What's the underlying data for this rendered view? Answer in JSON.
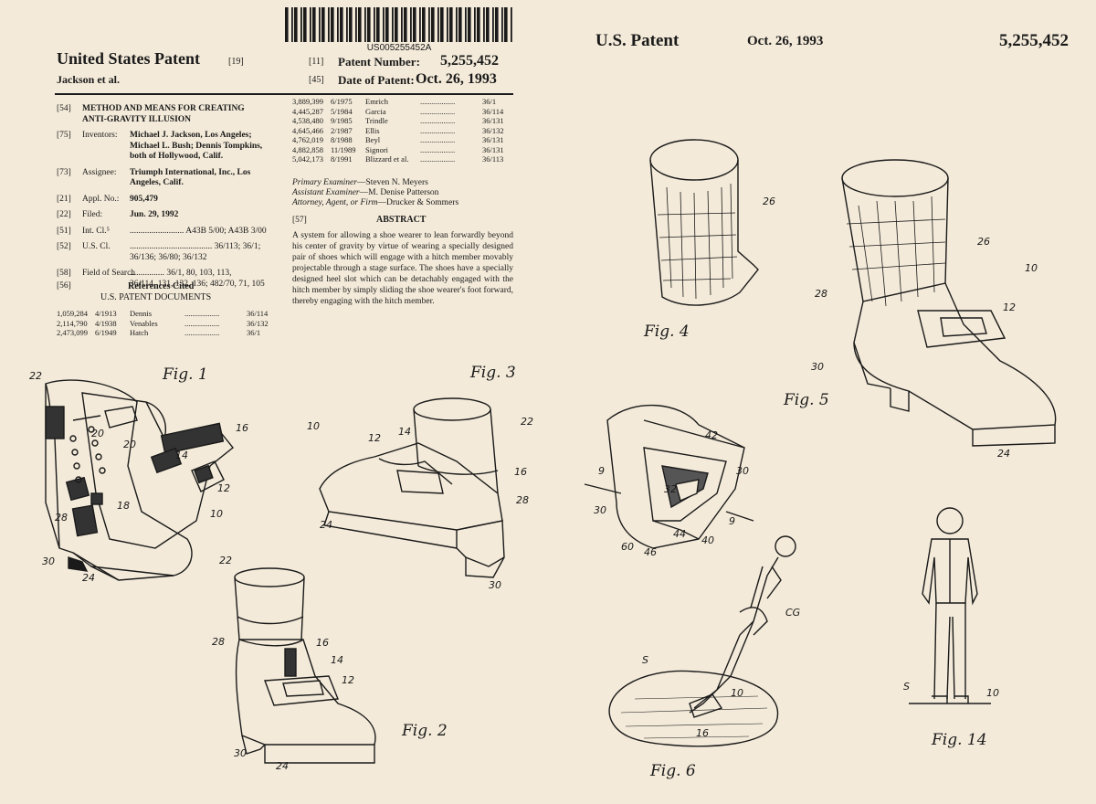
{
  "header": {
    "doc_number": "US005255452A",
    "title_left": "United States Patent",
    "title_left_code": "[19]",
    "inventor_short": "Jackson et al.",
    "patent_number_code": "[11]",
    "patent_number_label": "Patent Number:",
    "patent_number": "5,255,452",
    "date_code": "[45]",
    "date_label": "Date of Patent:",
    "date": "Oct. 26, 1993",
    "right_title": "U.S. Patent",
    "right_date": "Oct. 26, 1993",
    "right_number": "5,255,452"
  },
  "fields": [
    {
      "code": "[54]",
      "label": "",
      "lines": [
        "METHOD AND MEANS FOR CREATING",
        "ANTI-GRAVITY ILLUSION"
      ],
      "bold": true
    },
    {
      "code": "[75]",
      "label": "Inventors:",
      "lines": [
        "Michael J. Jackson, Los Angeles;",
        "Michael L. Bush; Dennis Tompkins,",
        "both of Hollywood, Calif."
      ]
    },
    {
      "code": "[73]",
      "label": "Assignee:",
      "lines": [
        "Triumph International, Inc., Los",
        "Angeles, Calif."
      ]
    },
    {
      "code": "[21]",
      "label": "Appl. No.:",
      "lines": [
        "905,479"
      ]
    },
    {
      "code": "[22]",
      "label": "Filed:",
      "lines": [
        "Jun. 29, 1992"
      ]
    },
    {
      "code": "[51]",
      "label": "Int. Cl.⁵",
      "lines": [
        "......................... A43B 5/00; A43B 3/00"
      ]
    },
    {
      "code": "[52]",
      "label": "U.S. Cl.",
      "lines": [
        "...................................... 36/113; 36/1;",
        "36/136; 36/80; 36/132"
      ]
    },
    {
      "code": "[58]",
      "label": "Field of Search",
      "lines": [
        "................ 36/1, 80, 103, 113,",
        "36/114, 131, 132, 136; 482/70, 71, 105"
      ]
    }
  ],
  "refs_heading_code": "[56]",
  "refs_heading": "References Cited",
  "us_docs_heading": "U.S. PATENT DOCUMENTS",
  "left_citations": [
    {
      "num": "1,059,284",
      "date": "4/1913",
      "name": "Dennis",
      "cls": "36/114"
    },
    {
      "num": "2,114,790",
      "date": "4/1938",
      "name": "Venables",
      "cls": "36/132"
    },
    {
      "num": "2,473,099",
      "date": "6/1949",
      "name": "Hatch",
      "cls": "36/1"
    }
  ],
  "right_citations": [
    {
      "num": "3,889,399",
      "date": "6/1975",
      "name": "Emrich",
      "cls": "36/1"
    },
    {
      "num": "4,445,287",
      "date": "5/1984",
      "name": "Garcia",
      "cls": "36/114"
    },
    {
      "num": "4,538,480",
      "date": "9/1985",
      "name": "Trindle",
      "cls": "36/131"
    },
    {
      "num": "4,645,466",
      "date": "2/1987",
      "name": "Ellis",
      "cls": "36/132"
    },
    {
      "num": "4,762,019",
      "date": "8/1988",
      "name": "Beyl",
      "cls": "36/131"
    },
    {
      "num": "4,882,858",
      "date": "11/1989",
      "name": "Signori",
      "cls": "36/131"
    },
    {
      "num": "5,042,173",
      "date": "8/1991",
      "name": "Blizzard et al.",
      "cls": "36/113"
    }
  ],
  "examiners": {
    "primary_label": "Primary Examiner",
    "primary": "—Steven N. Meyers",
    "assistant_label": "Assistant Examiner",
    "assistant": "—M. Denise Patterson",
    "attorney_label": "Attorney, Agent, or Firm",
    "attorney": "—Drucker & Sommers"
  },
  "abstract_code": "[57]",
  "abstract_heading": "ABSTRACT",
  "abstract": "A system for allowing a shoe wearer to lean forwardly beyond his center of gravity by virtue of wearing a specially designed pair of shoes which will engage with a hitch member movably projectable through a stage surface. The shoes have a specially designed heel slot which can be detachably engaged with the hitch member by simply sliding the shoe wearer's foot forward, thereby engaging with the hitch member.",
  "figures": {
    "fig1": "Fig. 1",
    "fig2": "Fig. 2",
    "fig3": "Fig. 3",
    "fig4": "Fig. 4",
    "fig5": "Fig. 5",
    "fig6": "Fig. 6",
    "fig14": "Fig. 14"
  },
  "refs": {
    "r10": "10",
    "r12": "12",
    "r14": "14",
    "r16": "16",
    "r18": "18",
    "r20": "20",
    "r22": "22",
    "r24": "24",
    "r26": "26",
    "r28": "28",
    "r30": "30",
    "r32": "32",
    "r40": "40",
    "r42": "42",
    "r44": "44",
    "r46": "46",
    "r60": "60",
    "r9": "9",
    "rS": "S",
    "rCG": "CG"
  }
}
